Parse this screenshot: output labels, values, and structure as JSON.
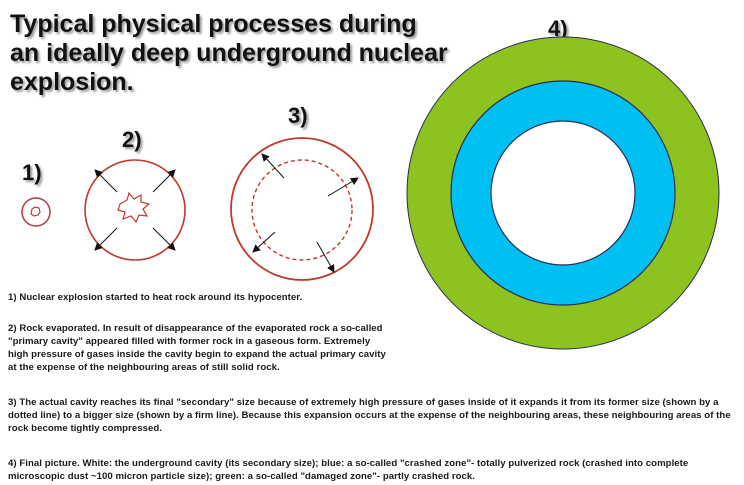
{
  "title": "Typical physical processes during an ideally deep underground nuclear explosion.",
  "stage_labels": [
    "1)",
    "2)",
    "3)",
    "4)"
  ],
  "notes": [
    "1) Nuclear explosion started to heat rock around its hypocenter.",
    "2) Rock evaporated. In result of disappearance of the evaporated rock a so-called \"primary cavity\" appeared filled with former rock in a gaseous form. Extremely high pressure of gases inside the cavity begin to expand the actual primary cavity at the expense of the neighbouring areas of still solid rock.",
    "3) The actual cavity reaches its final \"secondary\" size because of extremely high pressure of gases inside of it expands it from its former size (shown by a dotted line) to a bigger size (shown by a firm line). Because this expansion occurs at the expense of the neighbouring areas, these neighbouring areas of the rock become tightly compressed.",
    "4) Final picture. White: the underground cavity (its secondary size); blue: a so-called \"crashed zone\"- totally pulverized rock (crashed into complete microscopic dust ~100 micron particle size); green: a so-called \"damaged zone\"- partly crashed rock."
  ],
  "colors": {
    "cavity_outline": "#c0392b",
    "damaged_zone": "#8dc21f",
    "crashed_zone": "#00bff3",
    "cavity": "#ffffff",
    "zone_border": "#2b2b55"
  }
}
